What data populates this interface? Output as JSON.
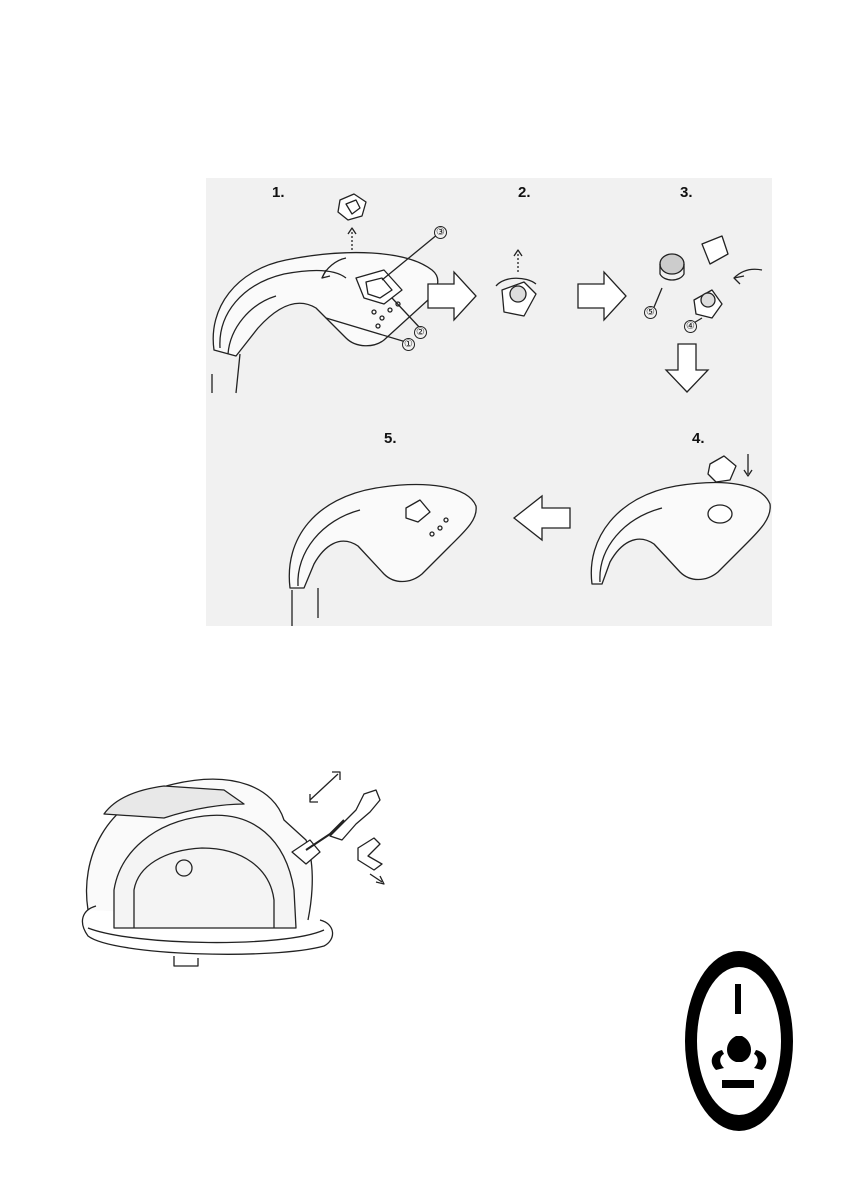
{
  "steps": {
    "s1": "1.",
    "s2": "2.",
    "s3": "3.",
    "s4": "4.",
    "s5": "5."
  },
  "callouts": {
    "c1": "①",
    "c2": "②",
    "c3": "③",
    "c4": "④",
    "c5": "⑤"
  },
  "icons": {
    "flow_arrow": "arrow-icon",
    "power": "power-steam-icon"
  },
  "colors": {
    "figure_background": "#f1f1f1",
    "ink": "#111111"
  }
}
